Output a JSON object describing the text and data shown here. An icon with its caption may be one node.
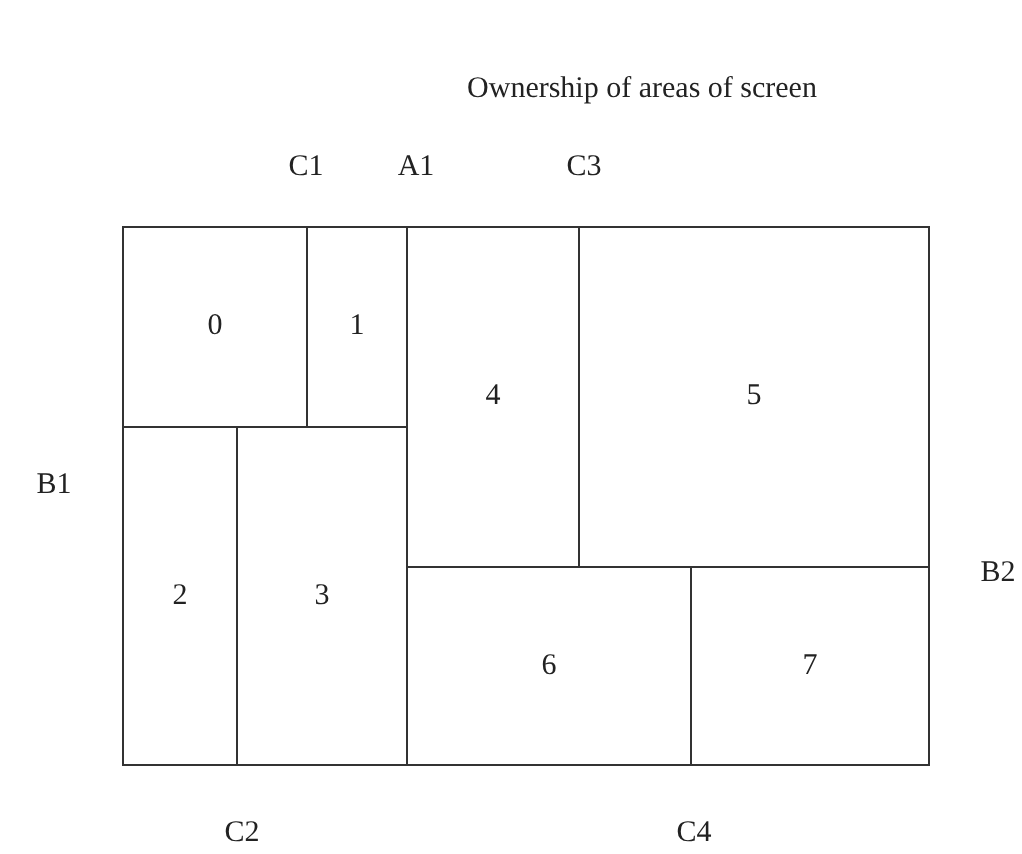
{
  "diagram": {
    "title": "Ownership of areas of screen",
    "nodes": [
      {
        "text": [
          "0"
        ]
      },
      {
        "text": [
          "1"
        ]
      },
      {
        "text": [
          "4"
        ]
      },
      {
        "text": [
          "5"
        ]
      },
      {
        "text": [
          "2"
        ]
      },
      {
        "text": [
          "3"
        ]
      },
      {
        "text": [
          "6"
        ]
      },
      {
        "text": [
          "7"
        ]
      }
    ],
    "edges": [],
    "labels": [
      "C1",
      "A1",
      "C3",
      "B1",
      "B2",
      "C2",
      "C4"
    ]
  }
}
